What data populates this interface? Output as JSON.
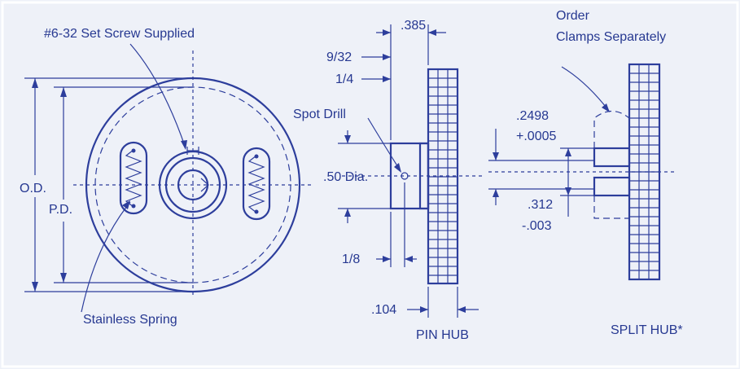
{
  "labels": {
    "set_screw": "#6-32 Set Screw Supplied",
    "od": "O.D.",
    "pd": "P.D.",
    "stainless_spring": "Stainless Spring",
    "dim_385": ".385",
    "dim_9_32": "9/32",
    "dim_1_4": "1/4",
    "spot_drill": "Spot Drill",
    "dia_50": ".50 Dia.",
    "dim_1_8": "1/8",
    "dim_104": ".104",
    "pin_hub": "PIN HUB",
    "order_line1": "Order",
    "order_line2": "Clamps Separately",
    "dim_2498": ".2498",
    "dim_0005": "+.0005",
    "dim_312": ".312",
    "dim_003": "-.003",
    "split_hub": "SPLIT HUB*"
  },
  "colors": {
    "ink": "#2d3e9c",
    "paper": "#eef1f8",
    "frame": "#ffffff"
  }
}
